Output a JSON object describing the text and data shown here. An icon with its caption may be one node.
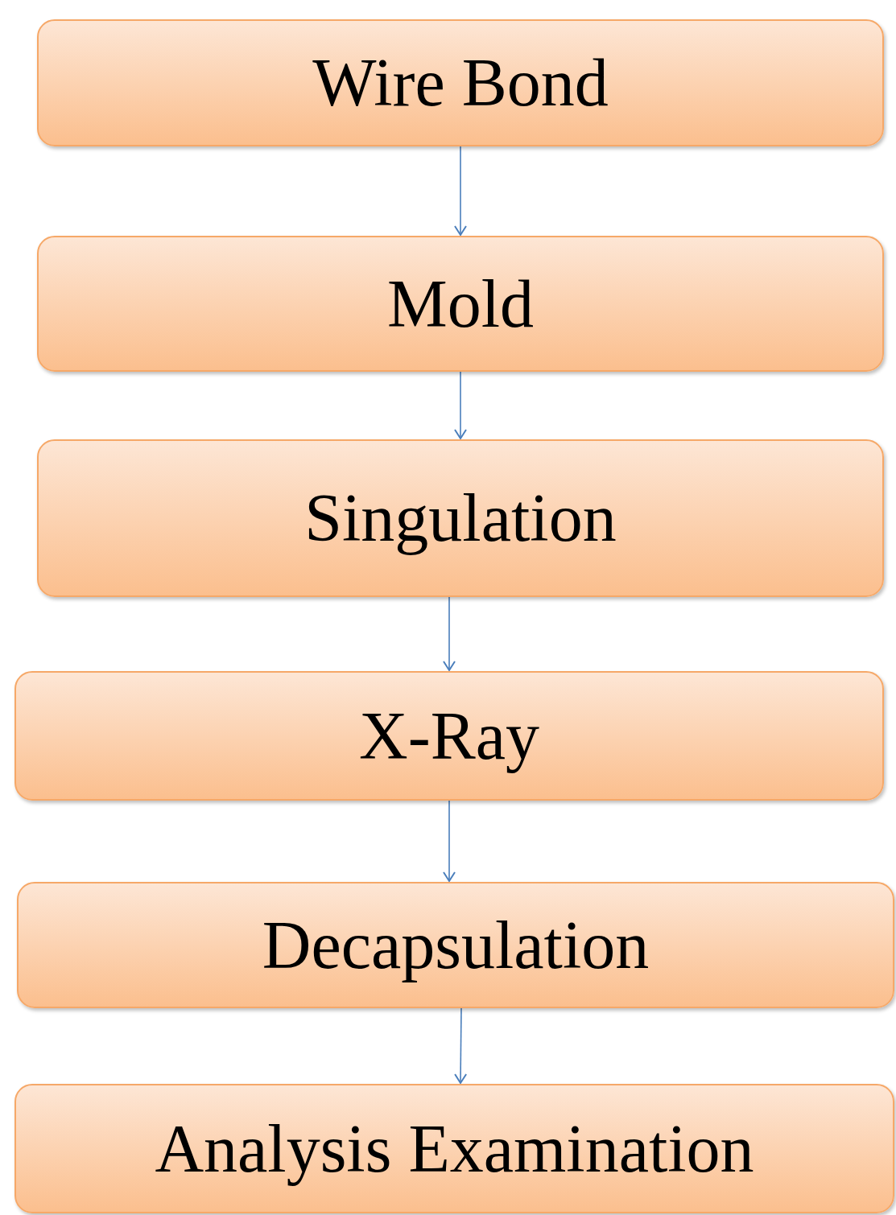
{
  "diagram": {
    "nodes": [
      {
        "text": [
          "Wire Bond"
        ]
      },
      {
        "text": [
          "Mold"
        ]
      },
      {
        "text": [
          "Singulation"
        ]
      },
      {
        "text": [
          "X-Ray"
        ]
      },
      {
        "text": [
          "Decapsulation"
        ]
      },
      {
        "text": [
          "Analysis Examination"
        ]
      }
    ],
    "edges": [
      {
        "from": 0,
        "to": 1,
        "arrow": "to"
      },
      {
        "from": 1,
        "to": 2,
        "arrow": "to"
      },
      {
        "from": 2,
        "to": 3,
        "arrow": "to"
      },
      {
        "from": 3,
        "to": 4,
        "arrow": "to"
      },
      {
        "from": 4,
        "to": 5,
        "arrow": "to"
      }
    ]
  }
}
